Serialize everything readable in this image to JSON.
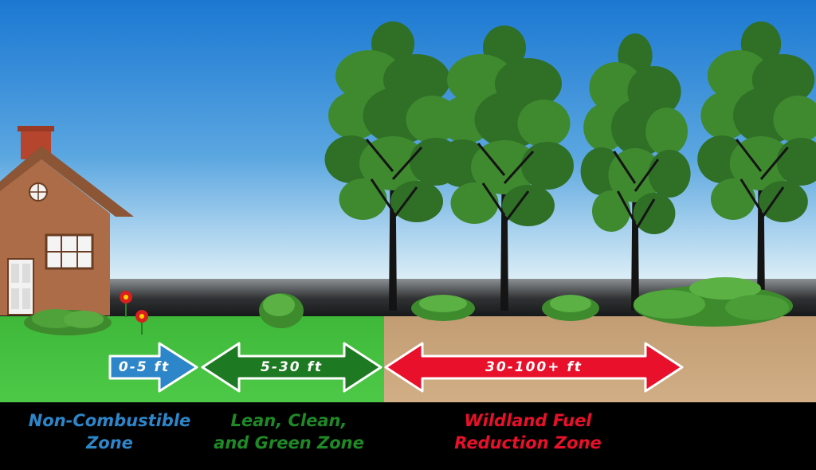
{
  "colors": {
    "sky_top": "#1f7fd6",
    "sky_bottom": "#d8ecf6",
    "grass": "#45c03f",
    "dirt": "#c9a57c",
    "foliage": "#3a7d2a",
    "house": "#a86a45",
    "zone1": "#2d86c9",
    "zone2": "#1e7a22",
    "zone3": "#e8102a",
    "bottom_band": "#000000"
  },
  "zones": [
    {
      "distance": "0-5 ft",
      "name_line1": "Non-Combustible",
      "name_line2": "Zone",
      "color": "#2d86c9"
    },
    {
      "distance": "5-30 ft",
      "name_line1": "Lean, Clean,",
      "name_line2": "and Green Zone",
      "color": "#1e7a22"
    },
    {
      "distance": "30-100+ ft",
      "name_line1": "Wildland Fuel",
      "name_line2": "Reduction Zone",
      "color": "#e8102a"
    }
  ]
}
